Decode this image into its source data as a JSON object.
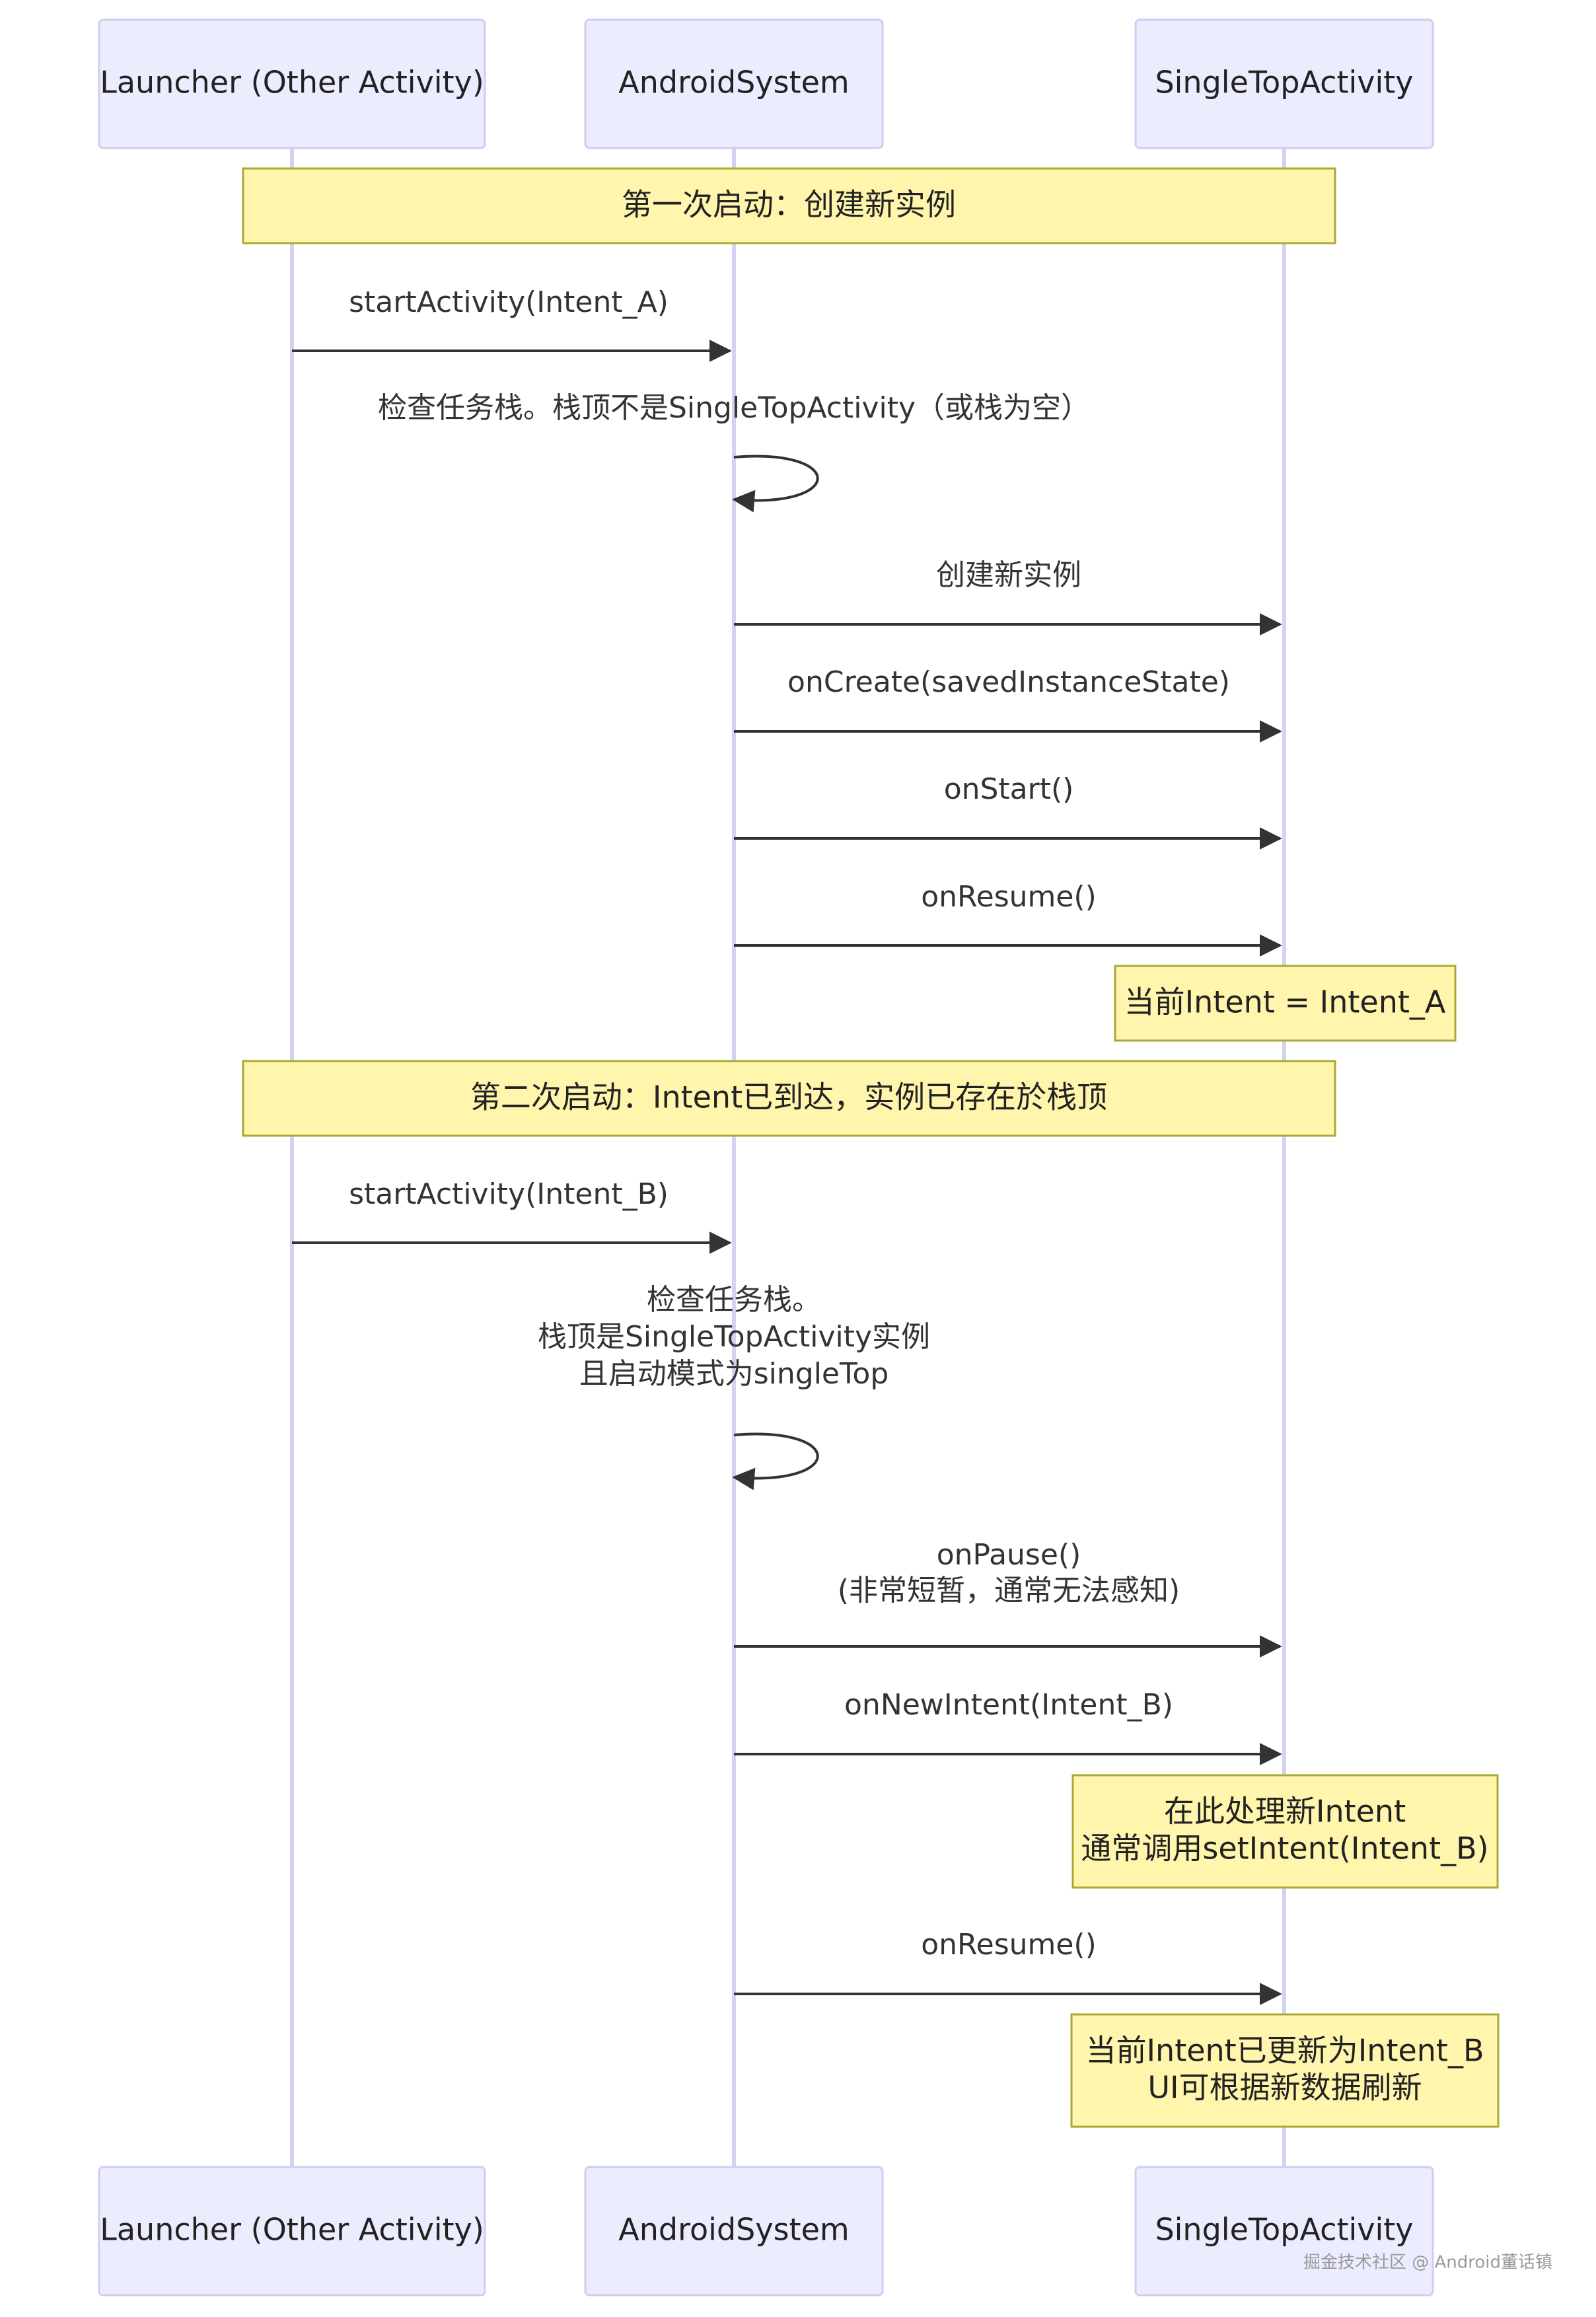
{
  "participants": {
    "launcher": "Launcher (Other Activity)",
    "system": "AndroidSystem",
    "singletop": "SingleTopActivity"
  },
  "sections": {
    "first": "第一次启动：创建新实例",
    "second": "第二次启动：Intent已到达，实例已存在於栈顶"
  },
  "messages": {
    "start_a": "startActivity(Intent_A)",
    "check_1": "检查任务栈。栈顶不是SingleTopActivity（或栈为空）",
    "create_instance": "创建新实例",
    "on_create": "onCreate(savedInstanceState)",
    "on_start": "onStart()",
    "on_resume_1": "onResume()",
    "start_b": "startActivity(Intent_B)",
    "check_2_line1": "检查任务栈。",
    "check_2_line2": "栈顶是SingleTopActivity实例",
    "check_2_line3": "且启动模式为singleTop",
    "on_pause_line1": "onPause()",
    "on_pause_line2": "(非常短暂，通常无法感知)",
    "on_new_intent": "onNewIntent(Intent_B)",
    "on_resume_2": "onResume()"
  },
  "notes": {
    "current_a": "当前Intent = Intent_A",
    "handle_line1": "在此处理新Intent",
    "handle_line2": "通常调用setIntent(Intent_B)",
    "updated_line1": "当前Intent已更新为Intent_B",
    "updated_line2": "UI可根据新数据刷新"
  },
  "watermark": "掘金技术社区 @ Android董话镇"
}
